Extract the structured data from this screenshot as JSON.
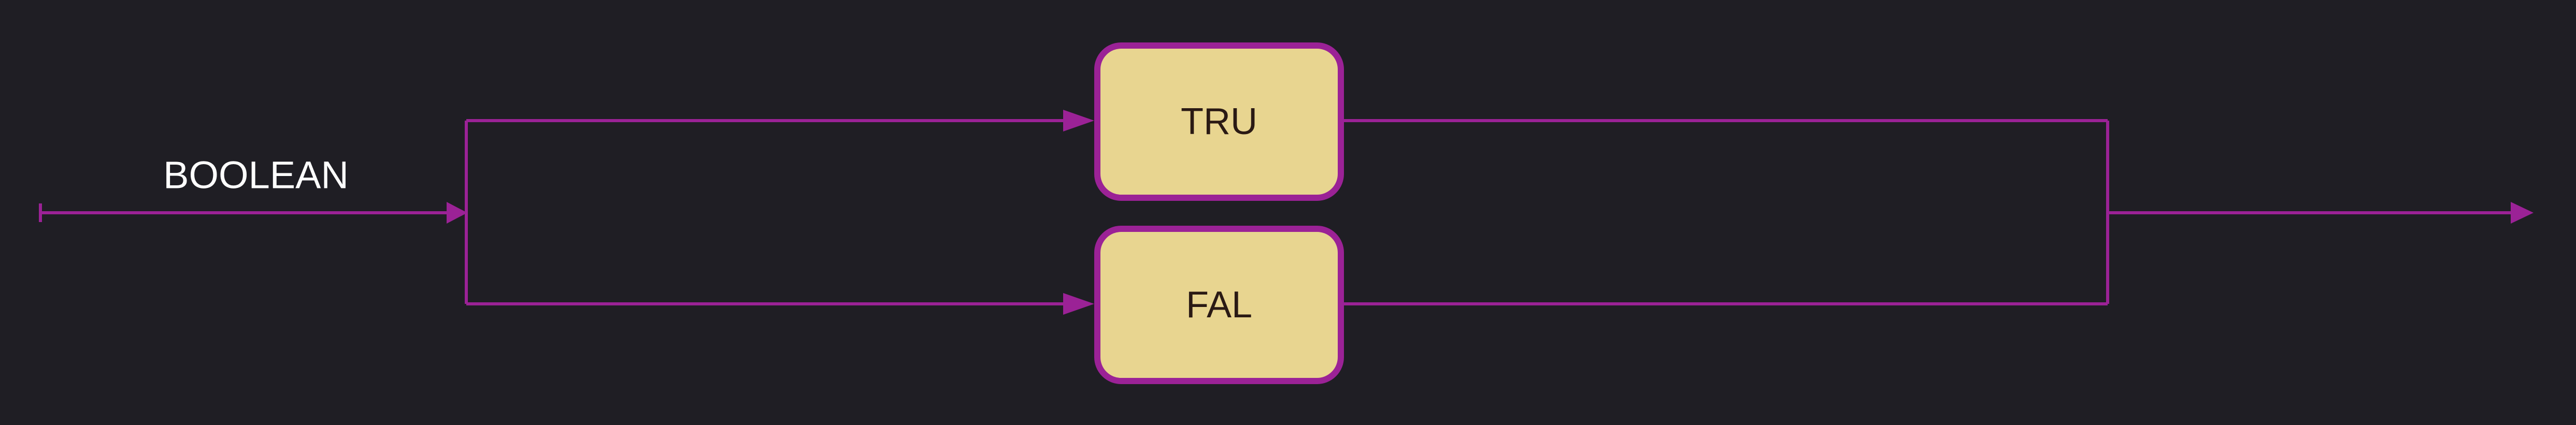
{
  "diagram": {
    "label": "BOOLEAN",
    "nodes": {
      "true_label": "TRU",
      "false_label": "FAL"
    }
  },
  "colors": {
    "background": "#1f1e24",
    "line": "#9b2296",
    "node_fill": "#e8d590",
    "node_text": "#2a1a14",
    "label_text": "#ffffff"
  }
}
